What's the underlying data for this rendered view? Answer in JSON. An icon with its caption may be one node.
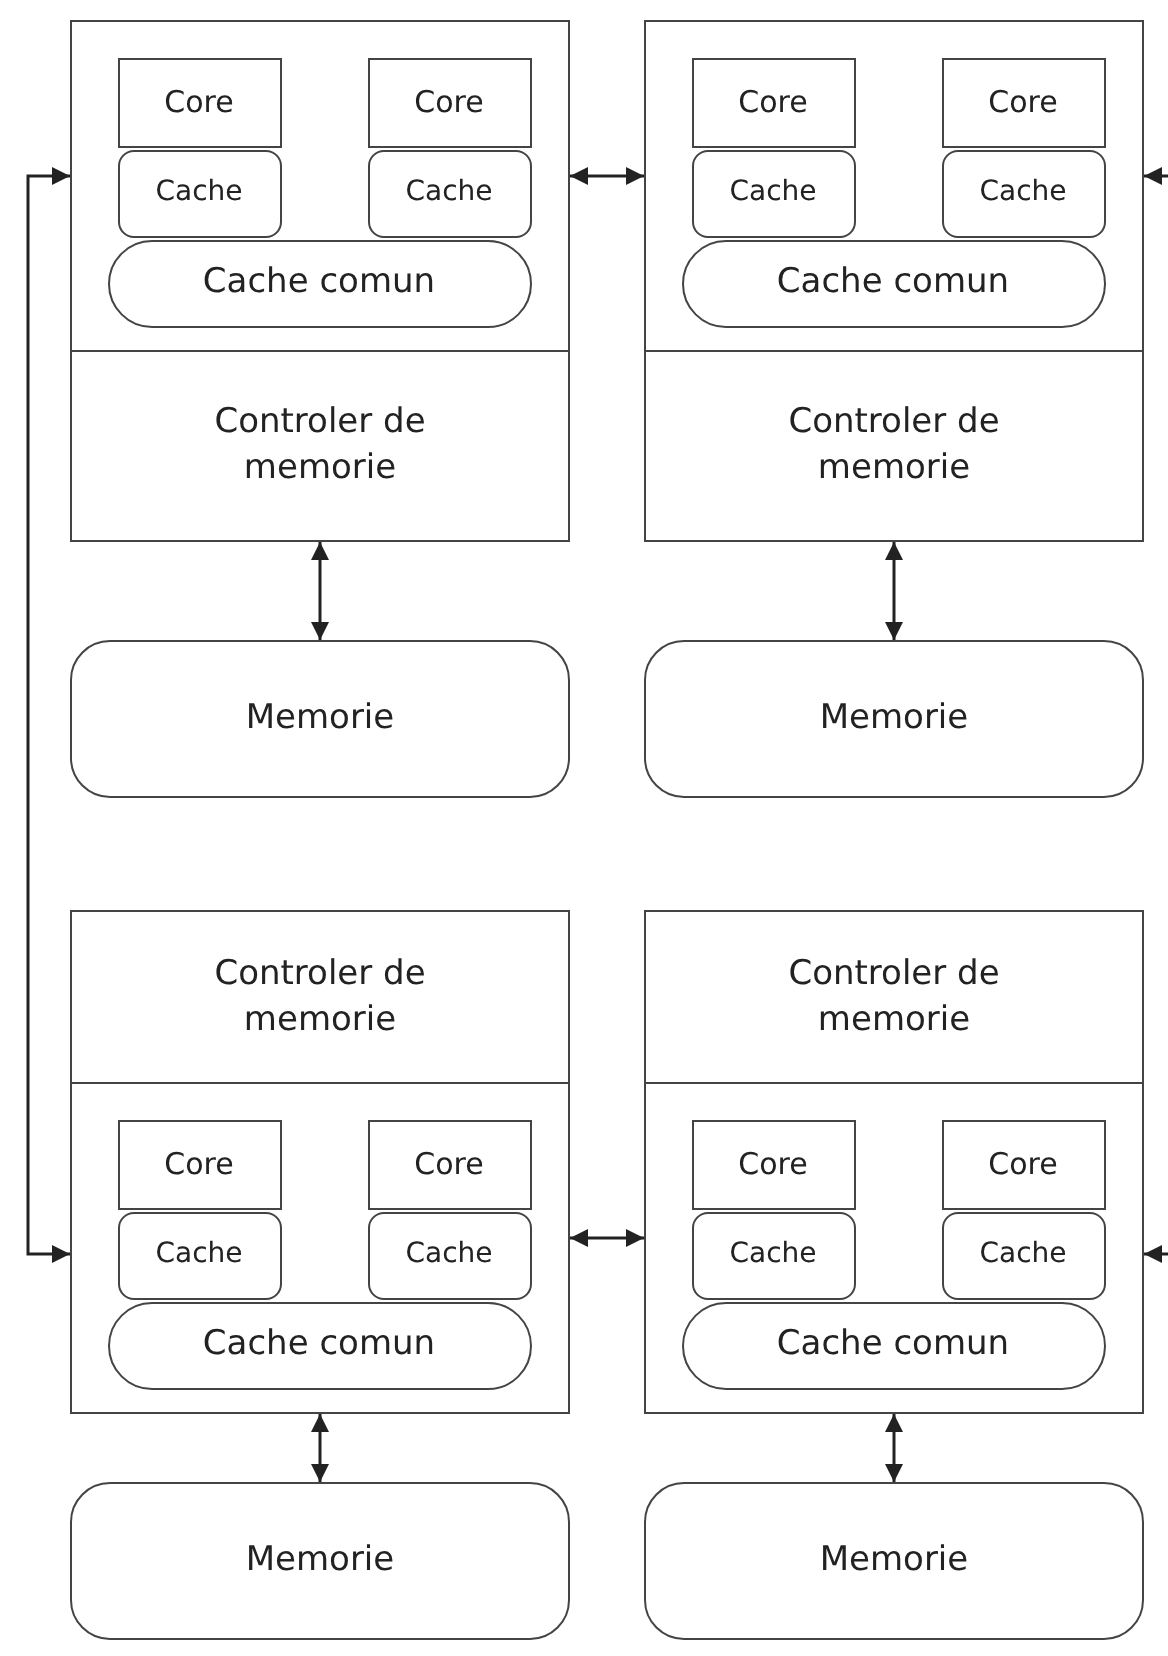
{
  "diagram": {
    "nodes": [
      {
        "text": [],
        "shape": "box"
      },
      {
        "text": [
          "Core"
        ],
        "in": 0
      },
      {
        "text": [
          "Core"
        ],
        "in": 0
      },
      {
        "text": [
          "Cache"
        ],
        "in": 0
      },
      {
        "text": [
          "Cache"
        ],
        "in": 0
      },
      {
        "text": [
          "Cache comun"
        ],
        "in": 0
      },
      {
        "text": [],
        "shape": "box"
      },
      {
        "text": [
          "Core"
        ],
        "in": 6
      },
      {
        "text": [
          "Core"
        ],
        "in": 6
      },
      {
        "text": [
          "Cache"
        ],
        "in": 6
      },
      {
        "text": [
          "Cache"
        ],
        "in": 6
      },
      {
        "text": [
          "Cache comun"
        ],
        "in": 6
      },
      {
        "text": [
          "Controler de memorie"
        ]
      },
      {
        "text": [
          "Controler de memorie"
        ]
      },
      {
        "text": [
          "Memorie"
        ]
      },
      {
        "text": [
          "Memorie"
        ]
      },
      {
        "text": [
          "Controler de memorie"
        ]
      },
      {
        "text": [
          "Controler de memorie"
        ]
      },
      {
        "text": [],
        "shape": "box"
      },
      {
        "text": [
          "Core"
        ],
        "in": 18
      },
      {
        "text": [
          "Core"
        ],
        "in": 18
      },
      {
        "text": [
          "Cache"
        ],
        "in": 18
      },
      {
        "text": [
          "Cache"
        ],
        "in": 18
      },
      {
        "text": [
          "Cache comun"
        ],
        "in": 18
      },
      {
        "text": [],
        "shape": "box"
      },
      {
        "text": [
          "Core"
        ],
        "in": 24
      },
      {
        "text": [
          "Core"
        ],
        "in": 24
      },
      {
        "text": [
          "Cache"
        ],
        "in": 24
      },
      {
        "text": [
          "Cache"
        ],
        "in": 24
      },
      {
        "text": [
          "Cache comun"
        ],
        "in": 24
      },
      {
        "text": [
          "Memorie"
        ]
      },
      {
        "text": [
          "Memorie"
        ]
      }
    ],
    "edges": [
      {
        "from": 0,
        "to": 6,
        "arrow": "both"
      },
      {
        "from": null,
        "to": 6,
        "arrow": "to"
      },
      {
        "from": 0,
        "to": 18,
        "arrow": "both"
      },
      {
        "from": 12,
        "to": 14,
        "arrow": "both"
      },
      {
        "from": 13,
        "to": 15,
        "arrow": "both"
      },
      {
        "from": 18,
        "to": 24,
        "arrow": "both"
      },
      {
        "from": null,
        "to": 24,
        "arrow": "to"
      },
      {
        "from": 18,
        "to": 30,
        "arrow": "both"
      },
      {
        "from": 24,
        "to": 31,
        "arrow": "both"
      }
    ]
  }
}
